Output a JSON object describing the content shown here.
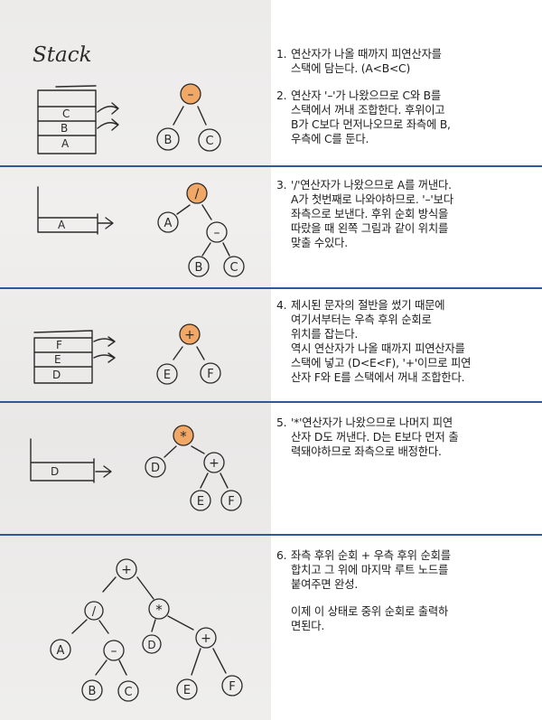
{
  "header": {
    "stack_label": "Stack"
  },
  "palette": {
    "divider": "#2e5a98",
    "orange": "#f1a866",
    "ink": "#2a2a2a"
  },
  "panels": [
    {
      "stack": [
        "C",
        "B",
        "A"
      ],
      "tree": {
        "root": "–",
        "left": "B",
        "right": "C"
      },
      "steps": [
        {
          "num": "1.",
          "text": "연산자가 나올 때까지 피연산자를\n스택에 담는다. (A<B<C)"
        },
        {
          "num": "2.",
          "text": "연산자 '–'가 나왔으므로 C와 B를\n스택에서 꺼내 조합한다. 후위이고\nB가 C보다 먼저나오므로 좌측에 B,\n우측에 C를 둔다."
        }
      ]
    },
    {
      "stack": [
        "A"
      ],
      "tree": {
        "root": "/",
        "left": "A",
        "right": "–",
        "right_left": "B",
        "right_right": "C"
      },
      "steps": [
        {
          "num": "3.",
          "text": "'/'연산자가 나왔으므로 A를 꺼낸다.\nA가 첫번째로 나와야하므로. '–'보다\n좌측으로 보낸다. 후위 순회 방식을\n따랐을 때 왼쪽 그림과 같이 위치를\n맞출 수있다."
        }
      ]
    },
    {
      "stack": [
        "F",
        "E",
        "D"
      ],
      "tree": {
        "root": "+",
        "left": "E",
        "right": "F"
      },
      "steps": [
        {
          "num": "4.",
          "text": "제시된 문자의 절반을 썼기 때문에\n여기서부터는 우측 후위 순회로\n위치를 잡는다.\n역시 연산자가 나올 때까지 피연산자를\n스택에 넣고 (D<E<F), '+'이므로 피연\n산자 F와 E를 스택에서 꺼내 조합한다."
        }
      ]
    },
    {
      "stack": [
        "D"
      ],
      "tree": {
        "root": "*",
        "left": "D",
        "right": "+",
        "right_left": "E",
        "right_right": "F"
      },
      "steps": [
        {
          "num": "5.",
          "text": "'*'연산자가 나왔으므로 나머지 피연\n산자 D도 꺼낸다. D는 E보다 먼저 출\n력돼야하므로 좌측으로 배정한다."
        }
      ]
    },
    {
      "tree": {
        "root": "+",
        "l": "/",
        "l_l": "A",
        "l_r": "–",
        "l_r_l": "B",
        "l_r_r": "C",
        "r": "*",
        "r_l": "D",
        "r_r": "+",
        "r_r_l": "E",
        "r_r_r": "F"
      },
      "steps": [
        {
          "num": "6.",
          "text": "좌측 후위 순회 + 우측 후위 순회를\n합치고 그 위에 마지막 루트 노드를\n붙여주면 완성."
        }
      ],
      "note": "이제 이 상태로 중위 순회로 출력하\n면된다."
    }
  ]
}
